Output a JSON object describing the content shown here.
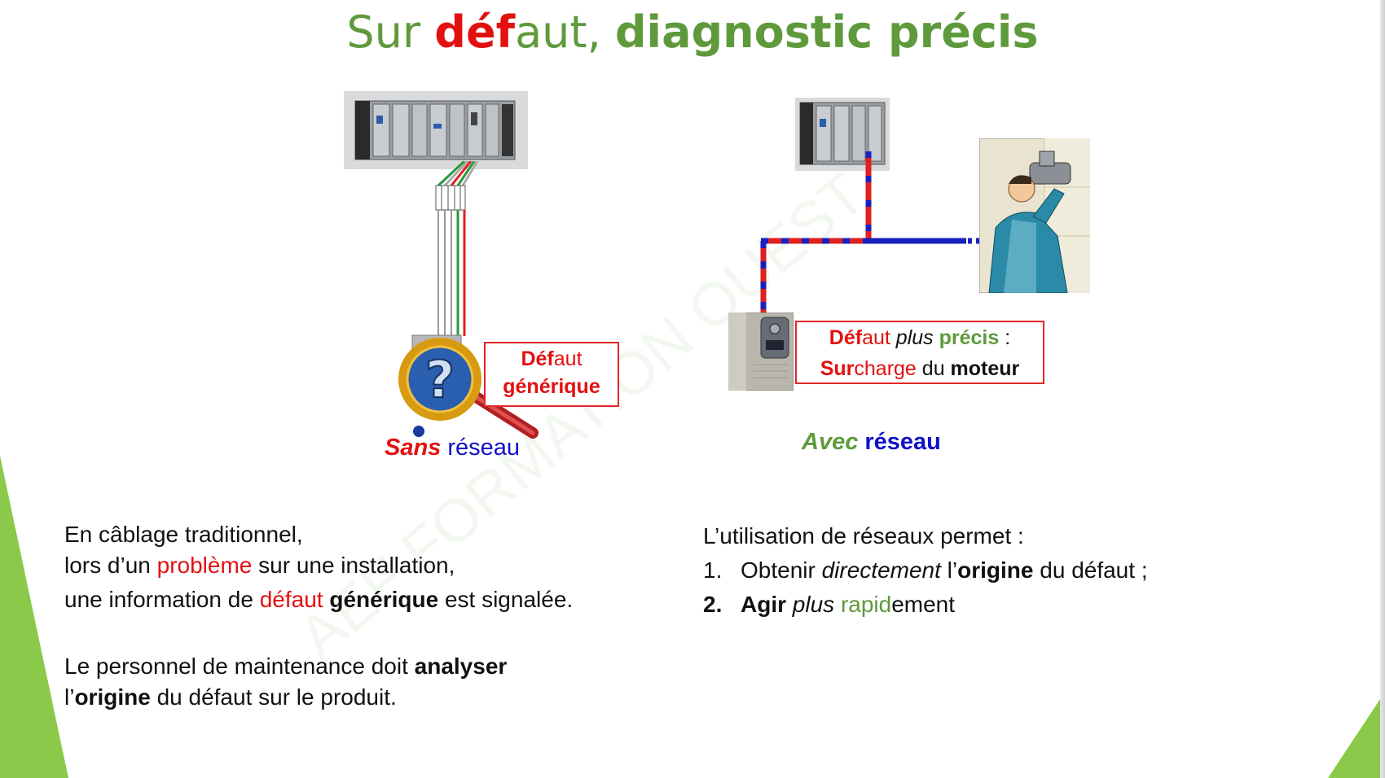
{
  "title": {
    "p1": "Sur ",
    "p2": "déf",
    "p3": "aut, ",
    "p4": "diagnostic précis"
  },
  "left_box": {
    "l1a": "Déf",
    "l1b": "aut",
    "l2": "générique"
  },
  "left_caption": {
    "a": "Sans",
    "b": " réseau"
  },
  "right_box": {
    "a": "Déf",
    "b": "aut ",
    "c": "plus",
    "d": " ",
    "e": "précis",
    "f": " :",
    "g": "Sur",
    "h": "charge",
    "i": " du ",
    "j": "moteur"
  },
  "right_caption": {
    "a": "Avec",
    "b": " réseau"
  },
  "left_para1": {
    "line1": "En câblage traditionnel,",
    "line2a": "lors d’un ",
    "line2b": "problème",
    "line2c": " sur une installation,",
    "line3a": "une information de ",
    "line3b": "défaut",
    "line3c": " ",
    "line3d": "générique",
    "line3e": " est signalée."
  },
  "left_para2": {
    "line1a": "Le personnel de maintenance doit ",
    "line1b": "analyser",
    "line2a": "l’",
    "line2b": "origine",
    "line2c": " du défaut sur le produit."
  },
  "right_para": {
    "intro": "L’utilisation de réseaux permet :",
    "item1_num": "1.",
    "item1a": "Obtenir ",
    "item1b": "directement",
    "item1c": " l’",
    "item1d": "origine",
    "item1e": " du défaut ;",
    "item2_num": "2.",
    "item2a": "Agir",
    "item2b": " ",
    "item2c": "plus",
    "item2d": " ",
    "item2e": "rapid",
    "item2f": "ement"
  },
  "watermark": "AEF FORMATION OUEST",
  "colors": {
    "accent_green": "#5e9a3c",
    "defect_red": "#e31010",
    "network_blue": "#1010c8",
    "slide_green": "#8bc94a"
  }
}
